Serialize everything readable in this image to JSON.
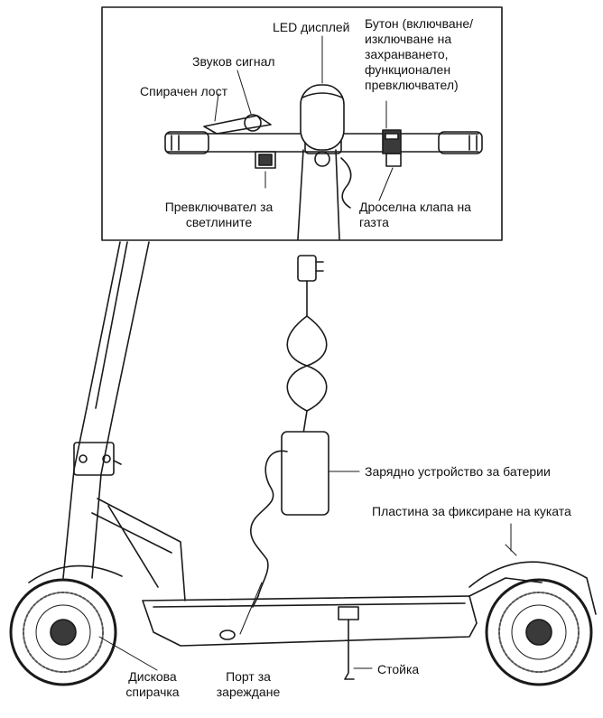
{
  "labels": {
    "led_display": "LED дисплей",
    "power_button": "Бутон (включване/ изключване на захранването, функционален превключвател)",
    "horn": "Звуков сигнал",
    "brake_lever": "Спирачен лост",
    "light_switch": "Превключвател за светлините",
    "throttle": "Дроселна клапа на газта",
    "charger": "Зарядно устройство за батерии",
    "hook_plate": "Пластина за фиксиране на куката",
    "disc_brake": "Дискова спирачка",
    "charging_port": "Порт за зареждане",
    "kickstand": "Стойка"
  },
  "colors": {
    "line": "#1a1a1a",
    "fill_dark": "#3a3a3a",
    "fill_light": "#ffffff"
  }
}
